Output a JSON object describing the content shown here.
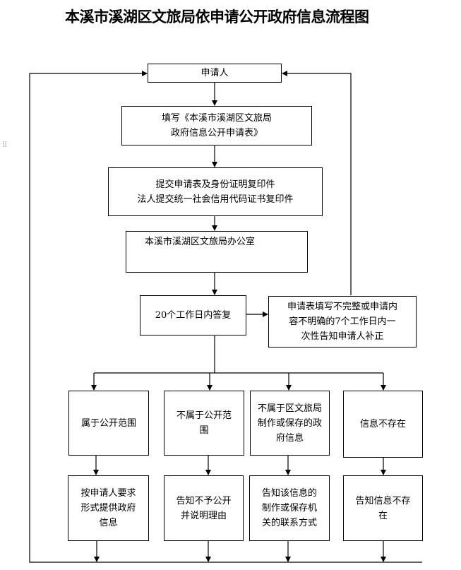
{
  "title": "本溪市溪湖区文旅局依申请公开政府信息流程图",
  "boxes": {
    "applicant": "申请人",
    "fill_form": "填写《本溪市溪湖区文旅局\n政府信息公开申请表》",
    "submit": "提交申请表及身份证明复印件\n法人提交统一社会信用代码证书复印件",
    "office": "本溪市溪湖区文旅局办公室",
    "reply": "20个工作日内答复",
    "incomplete": "申请表填写不完整或申请内\n容不明确的7个工作日内一\n次性告知申请人补正",
    "public": "属于公开范围",
    "not_public": "不属于公开范\n围",
    "not_produced": "不属于区文旅局\n制作或保存的政\n府信息",
    "not_exist": "信息不存在",
    "provide": "按申请人要求\n形式提供政府\n信息",
    "notify_not_public": "告知不予公开\n并说明理由",
    "notify_contact": "告知该信息的\n制作或保存机\n关的联系方式",
    "notify_not_exist": "告知信息不存\n在"
  },
  "icons": {
    "drag_handle": "drag-handle-icon"
  }
}
